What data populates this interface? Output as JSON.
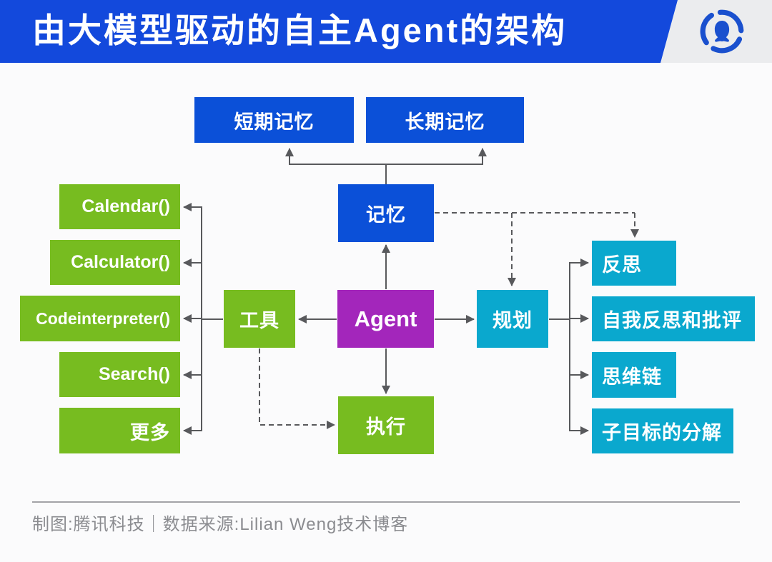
{
  "header": {
    "title": "由大模型驱动的自主Agent的架构",
    "banner_color": "#1349DC",
    "logo": "tencent-tech-penguin",
    "logo_color": "#1A50CE"
  },
  "diagram": {
    "colors": {
      "blue": "#0B50D8",
      "green": "#77BC20",
      "purple": "#A326BB",
      "cyan": "#0AA8CE",
      "line": "#58595C"
    },
    "nodes": [
      {
        "id": "short-term-memory",
        "label": "短期记忆",
        "color": "blue"
      },
      {
        "id": "long-term-memory",
        "label": "长期记忆",
        "color": "blue"
      },
      {
        "id": "memory",
        "label": "记忆",
        "color": "blue"
      },
      {
        "id": "agent",
        "label": "Agent",
        "color": "purple"
      },
      {
        "id": "tools",
        "label": "工具",
        "color": "green"
      },
      {
        "id": "planning",
        "label": "规划",
        "color": "cyan"
      },
      {
        "id": "action",
        "label": "执行",
        "color": "green"
      },
      {
        "id": "calendar",
        "label": "Calendar()",
        "color": "green"
      },
      {
        "id": "calculator",
        "label": "Calculator()",
        "color": "green"
      },
      {
        "id": "codeinterpreter",
        "label": "Codeinterpreter()",
        "color": "green"
      },
      {
        "id": "search",
        "label": "Search()",
        "color": "green"
      },
      {
        "id": "more",
        "label": "更多",
        "color": "green"
      },
      {
        "id": "reflection",
        "label": "反思",
        "color": "cyan"
      },
      {
        "id": "self-reflection-criticism",
        "label": "自我反思和批评",
        "color": "cyan"
      },
      {
        "id": "chain-of-thought",
        "label": "思维链",
        "color": "cyan"
      },
      {
        "id": "subgoal-decomposition",
        "label": "子目标的分解",
        "color": "cyan"
      }
    ],
    "edges": [
      {
        "from": "memory",
        "to": "short-term-memory",
        "style": "solid"
      },
      {
        "from": "memory",
        "to": "long-term-memory",
        "style": "solid"
      },
      {
        "from": "agent",
        "to": "memory",
        "style": "solid"
      },
      {
        "from": "agent",
        "to": "tools",
        "style": "solid"
      },
      {
        "from": "agent",
        "to": "planning",
        "style": "solid"
      },
      {
        "from": "agent",
        "to": "action",
        "style": "solid"
      },
      {
        "from": "tools",
        "to": "calendar",
        "style": "solid"
      },
      {
        "from": "tools",
        "to": "calculator",
        "style": "solid"
      },
      {
        "from": "tools",
        "to": "codeinterpreter",
        "style": "solid"
      },
      {
        "from": "tools",
        "to": "search",
        "style": "solid"
      },
      {
        "from": "tools",
        "to": "more",
        "style": "solid"
      },
      {
        "from": "planning",
        "to": "reflection",
        "style": "solid"
      },
      {
        "from": "planning",
        "to": "self-reflection-criticism",
        "style": "solid"
      },
      {
        "from": "planning",
        "to": "chain-of-thought",
        "style": "solid"
      },
      {
        "from": "planning",
        "to": "subgoal-decomposition",
        "style": "solid"
      },
      {
        "from": "memory",
        "to": "planning",
        "style": "dashed"
      },
      {
        "from": "memory",
        "to": "reflection",
        "style": "dashed"
      },
      {
        "from": "tools",
        "to": "action",
        "style": "dashed"
      }
    ]
  },
  "footer": {
    "credit": "制图:腾讯科技｜数据来源:Lilian Weng技术博客"
  }
}
